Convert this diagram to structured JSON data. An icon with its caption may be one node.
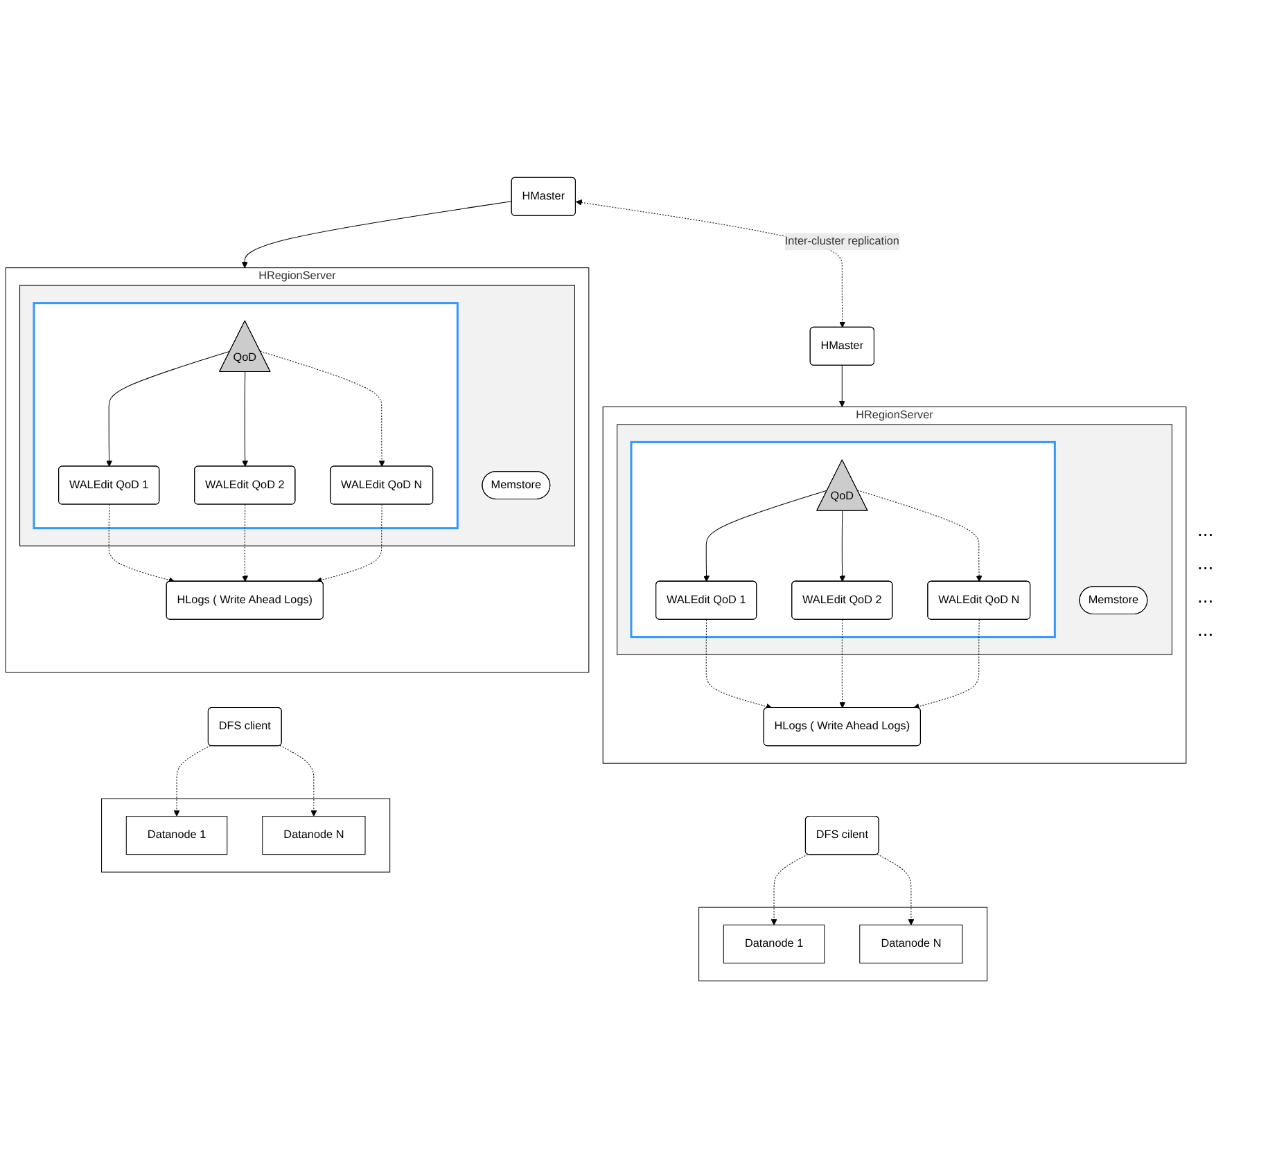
{
  "diagram": {
    "nodes": [
      {
        "text": [
          "HMaster"
        ]
      },
      {
        "text": [
          "HMaster"
        ]
      },
      {
        "text": [
          "HRegionServer"
        ]
      },
      {
        "text": [],
        "shape": "box",
        "in": 2
      },
      {
        "text": [],
        "shape": "box",
        "in": 3
      },
      {
        "text": [
          "QoD"
        ],
        "in": 4
      },
      {
        "text": [
          "WALEdit QoD 1"
        ],
        "in": 4
      },
      {
        "text": [
          "WALEdit QoD 2"
        ],
        "in": 4
      },
      {
        "text": [
          "WALEdit QoD N"
        ],
        "in": 4
      },
      {
        "text": [
          "Memstore"
        ],
        "in": 3
      },
      {
        "text": [
          "HLogs ( Write Ahead Logs)"
        ],
        "in": 2
      },
      {
        "text": [
          "DFS client"
        ]
      },
      {
        "text": [],
        "shape": "box"
      },
      {
        "text": [
          "Datanode 1"
        ],
        "in": 12
      },
      {
        "text": [
          "Datanode N"
        ],
        "in": 12
      },
      {
        "text": [
          "HRegionServer"
        ]
      },
      {
        "text": [],
        "shape": "box",
        "in": 15
      },
      {
        "text": [],
        "shape": "box",
        "in": 16
      },
      {
        "text": [
          "QoD"
        ],
        "in": 17
      },
      {
        "text": [
          "WALEdit QoD 1"
        ],
        "in": 17
      },
      {
        "text": [
          "WALEdit QoD 2"
        ],
        "in": 17
      },
      {
        "text": [
          "WALEdit QoD N"
        ],
        "in": 17
      },
      {
        "text": [
          "Memstore"
        ],
        "in": 16
      },
      {
        "text": [
          "HLogs ( Write Ahead Logs)"
        ],
        "in": 15
      },
      {
        "text": [
          "DFS cilent"
        ]
      },
      {
        "text": [],
        "shape": "box"
      },
      {
        "text": [
          "Datanode 1"
        ],
        "in": 25
      },
      {
        "text": [
          "Datanode N"
        ],
        "in": 25
      }
    ],
    "edges": [
      {
        "from": 0,
        "to": 1,
        "arrow": "both",
        "style": "dashed",
        "label": "Inter-cluster replication"
      },
      {
        "from": 0,
        "to": 2,
        "arrow": "to"
      },
      {
        "from": 1,
        "to": 15,
        "arrow": "to"
      },
      {
        "from": 5,
        "to": 6,
        "arrow": "to"
      },
      {
        "from": 5,
        "to": 7,
        "arrow": "to"
      },
      {
        "from": 5,
        "to": 8,
        "arrow": "to",
        "style": "dashed"
      },
      {
        "from": 6,
        "to": 10,
        "arrow": "to",
        "style": "dashed"
      },
      {
        "from": 7,
        "to": 10,
        "arrow": "to",
        "style": "dashed"
      },
      {
        "from": 8,
        "to": 10,
        "arrow": "to",
        "style": "dashed"
      },
      {
        "from": 11,
        "to": 13,
        "arrow": "to",
        "style": "dashed"
      },
      {
        "from": 11,
        "to": 14,
        "arrow": "to",
        "style": "dashed"
      },
      {
        "from": 18,
        "to": 19,
        "arrow": "to"
      },
      {
        "from": 18,
        "to": 20,
        "arrow": "to"
      },
      {
        "from": 18,
        "to": 21,
        "arrow": "to",
        "style": "dashed"
      },
      {
        "from": 19,
        "to": 23,
        "arrow": "to",
        "style": "dashed"
      },
      {
        "from": 20,
        "to": 23,
        "arrow": "to",
        "style": "dashed"
      },
      {
        "from": 21,
        "to": 23,
        "arrow": "to",
        "style": "dashed"
      },
      {
        "from": 24,
        "to": 26,
        "arrow": "to",
        "style": "dashed"
      },
      {
        "from": 24,
        "to": 27,
        "arrow": "to",
        "style": "dashed"
      }
    ],
    "labels": [
      "...",
      "...",
      "...",
      "..."
    ]
  }
}
